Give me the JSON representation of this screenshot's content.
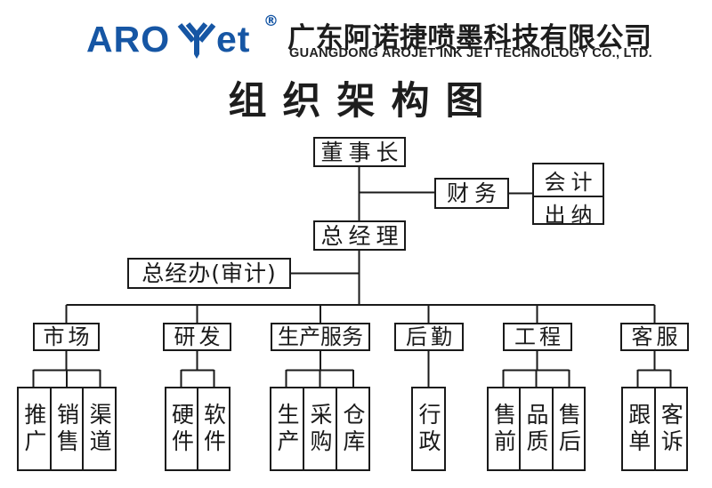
{
  "header": {
    "logo": {
      "text_aro": "ARO",
      "text_et": "et",
      "registered": "®",
      "icon": "arojet-chevron-mark-icon",
      "brand_color": "#1656a4"
    },
    "company_name_zh": "广东阿诺捷喷墨科技有限公司",
    "company_name_en": "GUANGDONG AROJET INK JET TECHNOLOGY CO., LTD."
  },
  "title": "组织架构图",
  "org_chart": {
    "line_color": "#1a1a1a",
    "chairman": "董事长",
    "finance": "财务",
    "accounting": "会计",
    "cashier": "出纳",
    "general_manager": "总经理",
    "gm_office": "总经办(审计)",
    "departments": [
      {
        "label": "市场",
        "children": [
          "推广",
          "销售",
          "渠道"
        ]
      },
      {
        "label": "研发",
        "children": [
          "硬件",
          "软件"
        ]
      },
      {
        "label": "生产服务",
        "children": [
          "生产",
          "采购",
          "仓库"
        ]
      },
      {
        "label": "后勤",
        "children": [
          "行政"
        ]
      },
      {
        "label": "工程",
        "children": [
          "售前",
          "品质",
          "售后"
        ]
      },
      {
        "label": "客服",
        "children": [
          "跟单",
          "客诉"
        ]
      }
    ]
  }
}
